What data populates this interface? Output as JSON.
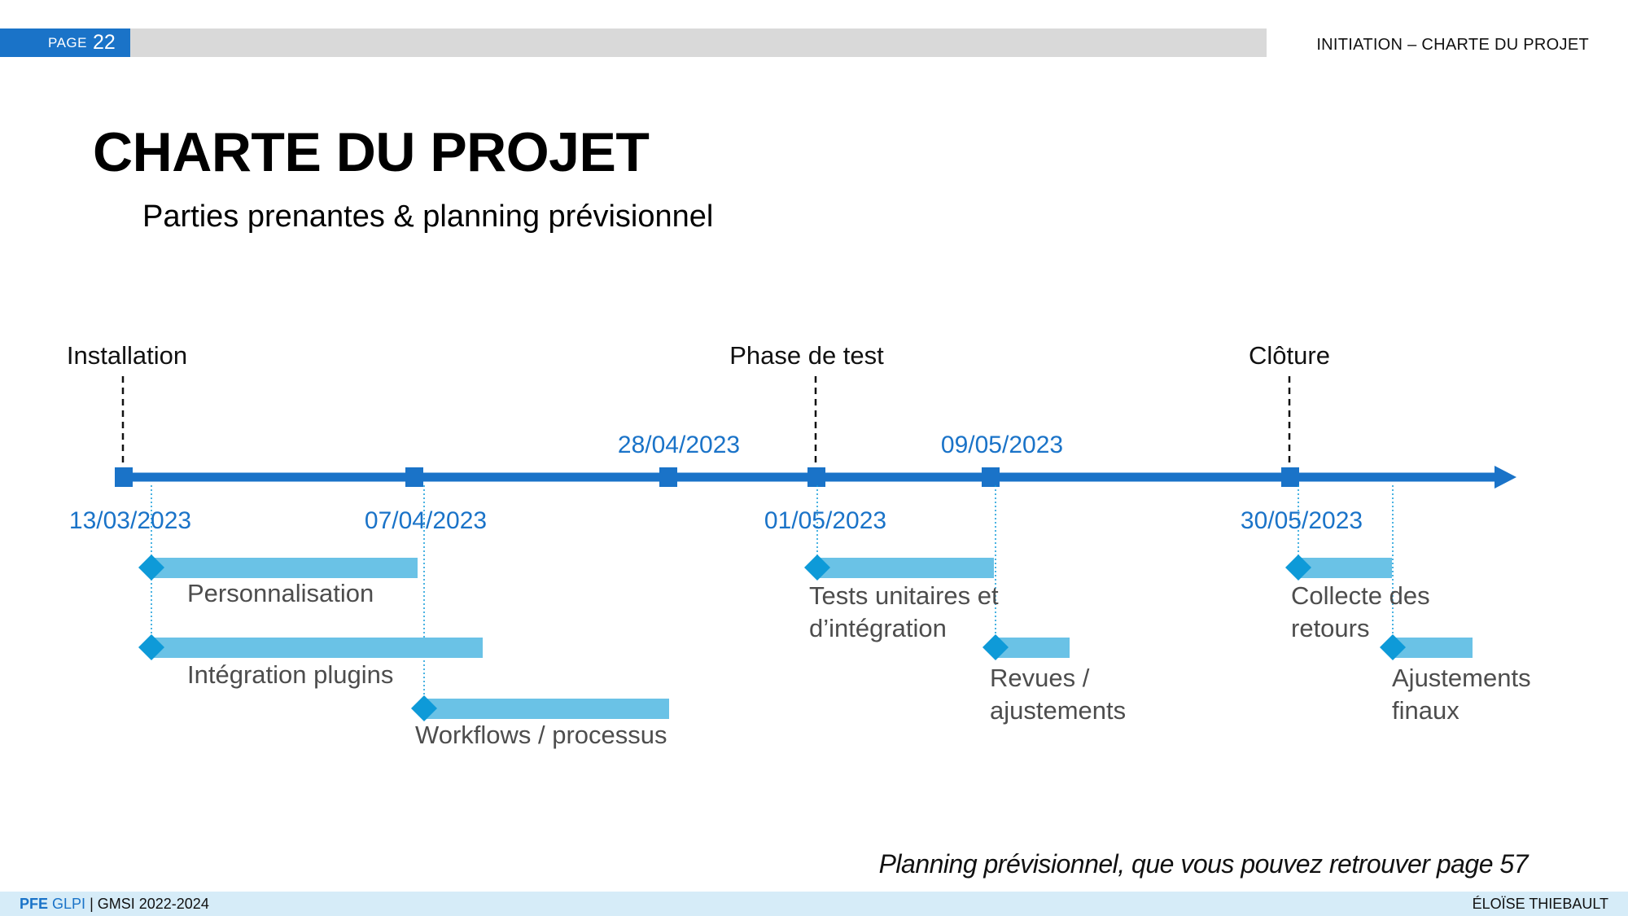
{
  "header": {
    "page_label": "PAGE",
    "page_number": "22",
    "section": "INITIATION – CHARTE DU PROJET"
  },
  "title": "CHARTE DU PROJET",
  "subtitle": "Parties prenantes & planning prévisionnel",
  "colors": {
    "primary_blue": "#1a73c8",
    "task_bar": "#6ac2e6",
    "task_diamond": "#0e9ad8",
    "header_gray": "#d9d9d9",
    "footer_bg": "#d6ecf8"
  },
  "timeline": {
    "milestones": [
      "Installation",
      "Phase de test",
      "Clôture"
    ],
    "dates_below": [
      "13/03/2023",
      "07/04/2023",
      "01/05/2023",
      "30/05/2023"
    ],
    "dates_above": [
      "28/04/2023",
      "09/05/2023"
    ],
    "tasks": [
      {
        "lines": [
          "Personnalisation"
        ]
      },
      {
        "lines": [
          "Intégration plugins"
        ]
      },
      {
        "lines": [
          "Workflows / processus"
        ]
      },
      {
        "lines": [
          "Tests unitaires et",
          "d’intégration"
        ]
      },
      {
        "lines": [
          "Revues /",
          "ajustements"
        ]
      },
      {
        "lines": [
          "Collecte des",
          "retours"
        ]
      },
      {
        "lines": [
          "Ajustements",
          "finaux"
        ]
      }
    ]
  },
  "caption": "Planning prévisionnel, que vous pouvez retrouver page 57",
  "footer": {
    "pfe": "PFE",
    "glpi": "GLPI",
    "program": " | GMSI 2022-2024",
    "author": "ÉLOÏSE THIEBAULT"
  }
}
